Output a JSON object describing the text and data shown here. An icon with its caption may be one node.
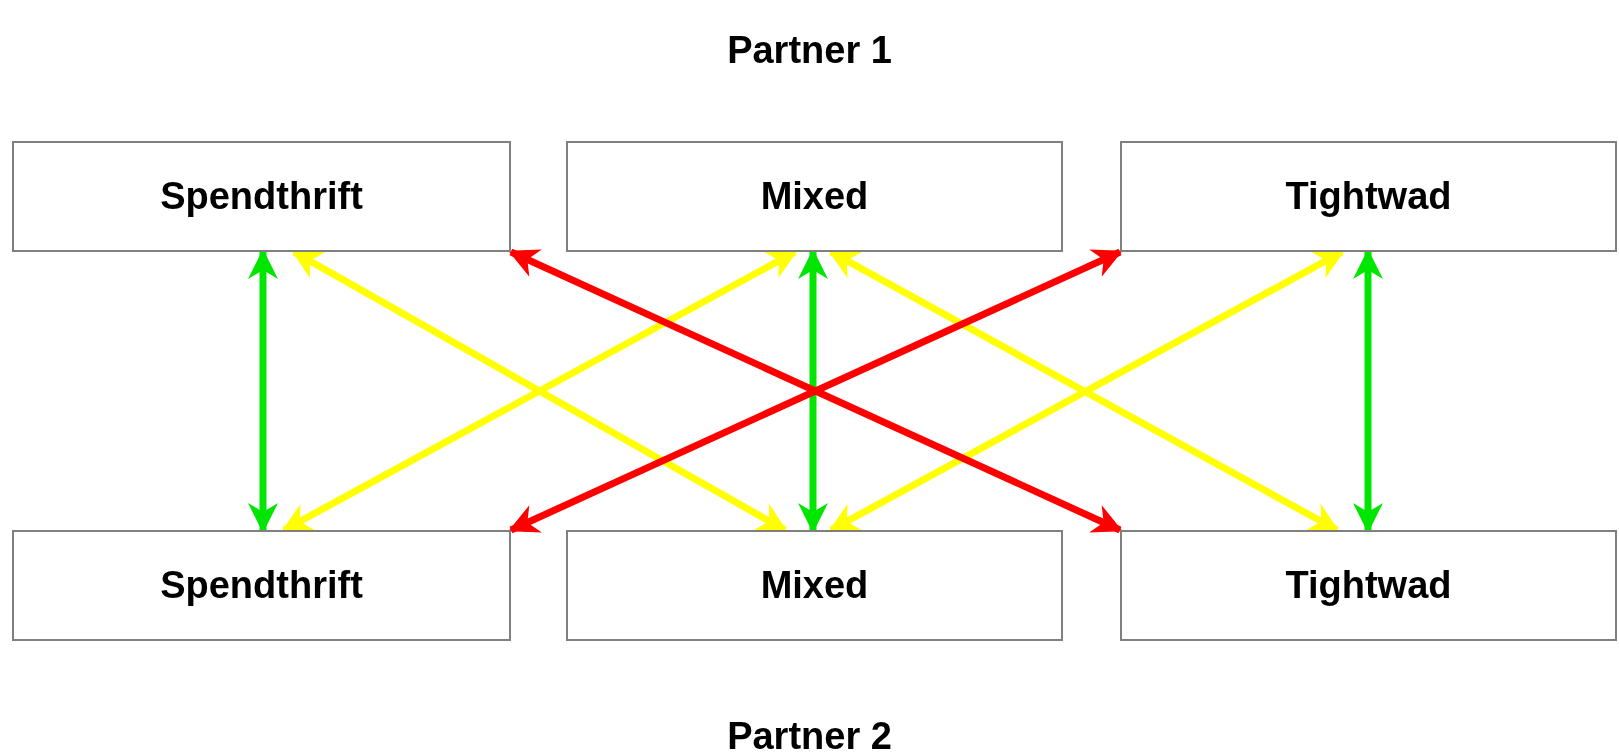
{
  "diagram": {
    "nodes": [
      {
        "text": [
          "Spendthrift"
        ]
      },
      {
        "text": [
          "Mixed"
        ]
      },
      {
        "text": [
          "Tightwad"
        ]
      },
      {
        "text": [
          "Spendthrift"
        ]
      },
      {
        "text": [
          "Mixed"
        ]
      },
      {
        "text": [
          "Tightwad"
        ]
      }
    ],
    "edges": [
      {
        "from": 0,
        "to": 3,
        "arrow": "both",
        "color": "#00e600"
      },
      {
        "from": 1,
        "to": 4,
        "arrow": "both",
        "color": "#00e600"
      },
      {
        "from": 2,
        "to": 5,
        "arrow": "both",
        "color": "#00e600"
      },
      {
        "from": 0,
        "to": 4,
        "arrow": "both"
      },
      {
        "from": 1,
        "to": 3,
        "arrow": "both"
      },
      {
        "from": 1,
        "to": 5,
        "arrow": "both"
      },
      {
        "from": 2,
        "to": 4,
        "arrow": "both"
      },
      {
        "from": 0,
        "to": 5,
        "arrow": "both",
        "color": "#ff0000"
      },
      {
        "from": 2,
        "to": 3,
        "arrow": "both",
        "color": "#ff0000"
      }
    ],
    "labels": [
      "Partner 1",
      "Partner 2"
    ]
  }
}
